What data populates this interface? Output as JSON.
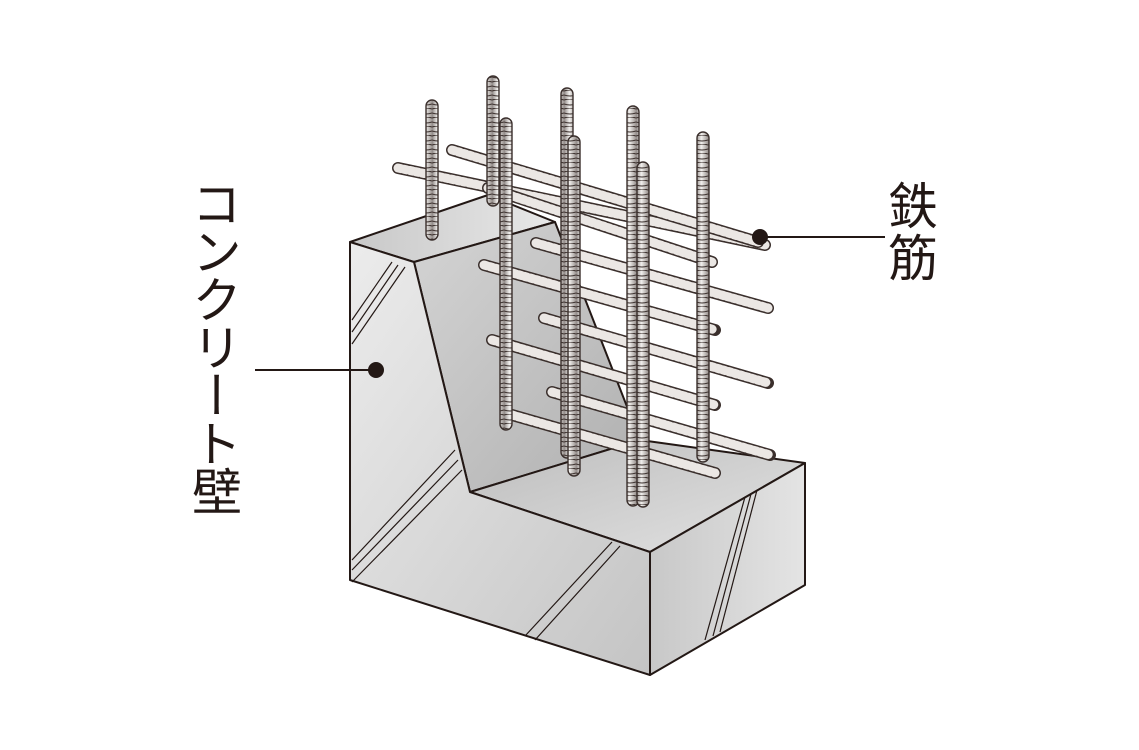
{
  "labels": {
    "concrete_wall": "コンクリート壁",
    "rebar": "鉄筋"
  },
  "colors": {
    "line": "#231815",
    "concrete_light": "#e6e6e6",
    "concrete_mid": "#cfcfcf",
    "concrete_dark": "#b5b5b5",
    "rebar_fill": "#e9e6e3",
    "rebar_stroke": "#3a2f2c",
    "background": "#ffffff"
  },
  "icons": {
    "leader_dot": "filled-circle"
  }
}
